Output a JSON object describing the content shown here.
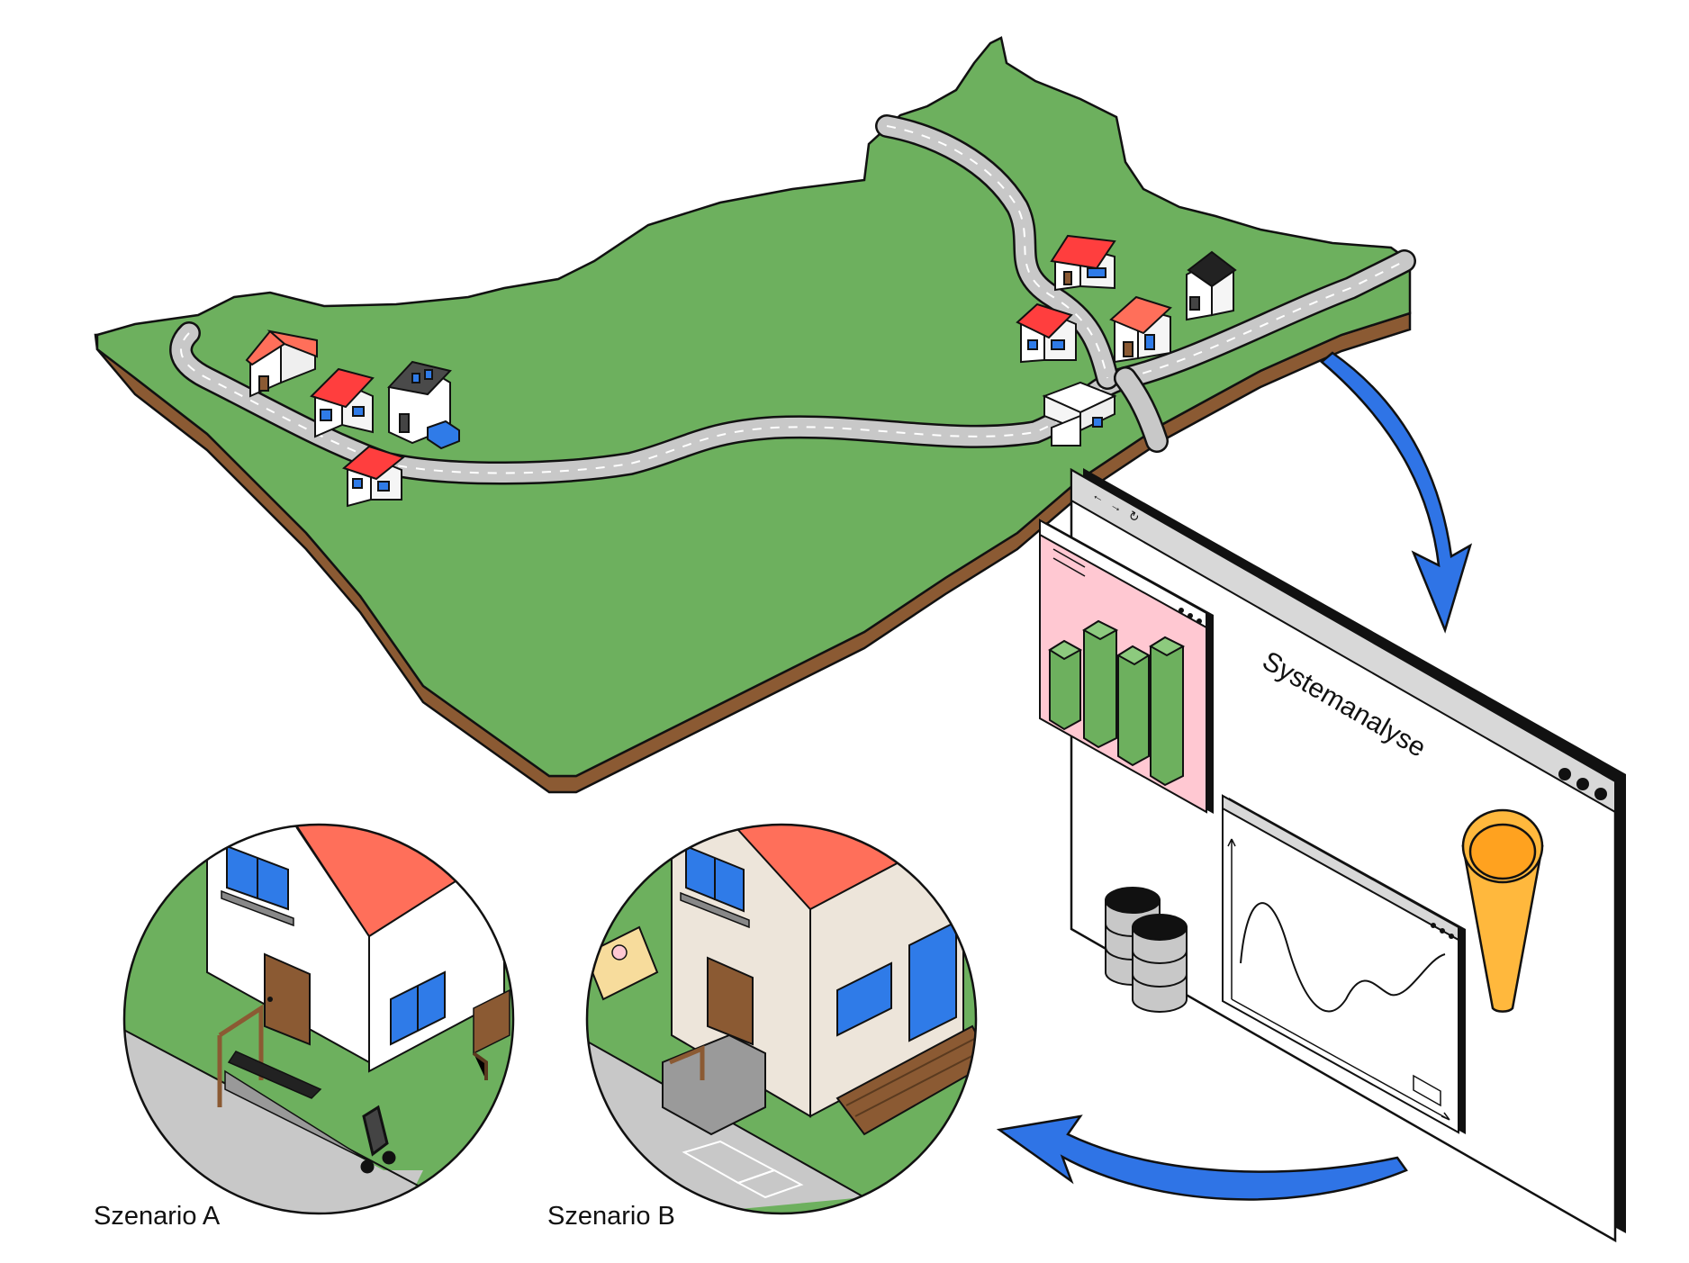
{
  "window": {
    "title": "Systemanalyse",
    "nav_icons": [
      "back-arrow-icon",
      "forward-arrow-icon",
      "reload-icon"
    ]
  },
  "scenarios": [
    {
      "label": "Szenario A"
    },
    {
      "label": "Szenario B"
    }
  ],
  "colors": {
    "land": "#6db05e",
    "soil": "#8b5a33",
    "road": "#c8c8c8",
    "roof": "#ff6f5a",
    "roof_map": "#ff3e3e",
    "window": "#2f7be8",
    "arrow": "#2f74e6",
    "cone": "#ffb83d",
    "panel_pink": "#ffc8d2",
    "bars": "#6db05e"
  }
}
